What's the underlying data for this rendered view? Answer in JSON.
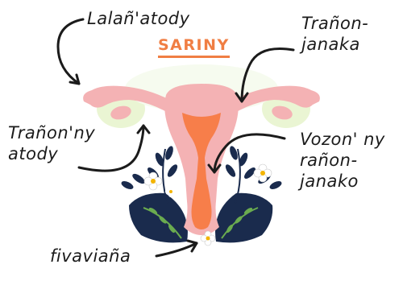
{
  "title": "SARINY",
  "labels": {
    "ovary": "Lalañ'atody",
    "uterus_line1": "Trañon-",
    "uterus_line2": "janaka",
    "fallopian_line1": "Trañon'ny",
    "fallopian_line2": "atody",
    "cervix_line1": "Vozon' ny",
    "cervix_line2": "rañon-",
    "cervix_line3": "janako",
    "vagina": "fivaviaña"
  },
  "colors": {
    "uterus_pink": "#f4b2b4",
    "cavity_orange": "#f77e4a",
    "leaf_navy": "#1a2b4d",
    "leaf_green": "#6aab4f",
    "glow_green": "#e8f4cf",
    "title_orange": "#f07e43",
    "ink": "#1b1b1b"
  }
}
